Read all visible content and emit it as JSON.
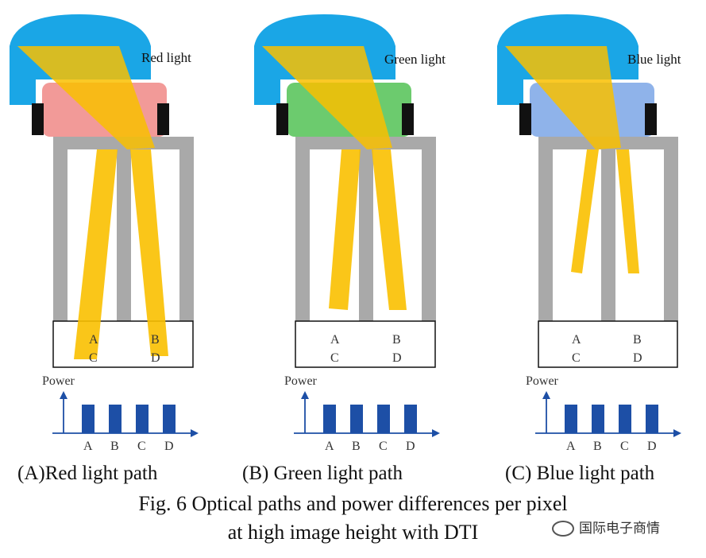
{
  "colors": {
    "lens": "#1aa6e6",
    "light_beam": "#f9c000",
    "wall": "#a9a9a9",
    "bar": "#1d4fa6",
    "axis": "#1d4fa6",
    "red_filter": "#f29a98",
    "green_filter": "#6ccb6e",
    "blue_filter": "#8fb3ea",
    "filter_edge": "#111111"
  },
  "panels": [
    {
      "light_label": "Red light",
      "filter_color": "#f29a98",
      "caption": "(A)Red light path",
      "pixel_letters": [
        "A",
        "B",
        "C",
        "D"
      ],
      "power_label": "Power",
      "bar_labels": [
        "A",
        "B",
        "C",
        "D"
      ]
    },
    {
      "light_label": "Green light",
      "filter_color": "#6ccb6e",
      "caption": "(B) Green light path",
      "pixel_letters": [
        "A",
        "B",
        "C",
        "D"
      ],
      "power_label": "Power",
      "bar_labels": [
        "A",
        "B",
        "C",
        "D"
      ]
    },
    {
      "light_label": "Blue light",
      "filter_color": "#8fb3ea",
      "caption": "(C) Blue light path",
      "pixel_letters": [
        "A",
        "B",
        "C",
        "D"
      ],
      "power_label": "Power",
      "bar_labels": [
        "A",
        "B",
        "C",
        "D"
      ]
    }
  ],
  "figure_caption": {
    "line1": "Fig. 6 Optical paths and power differences per pixel",
    "line2": "at high image height with DTI"
  },
  "watermark": "国际电子商情"
}
